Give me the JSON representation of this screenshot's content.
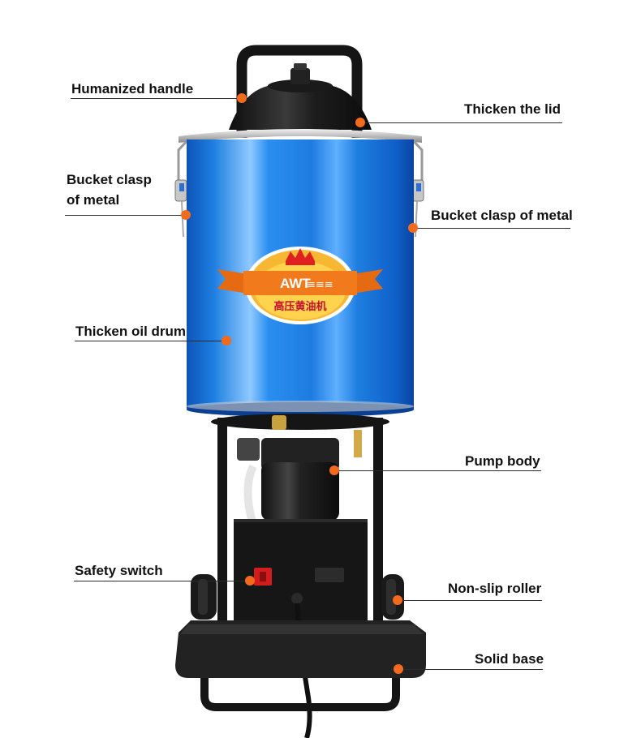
{
  "labels": {
    "handle": "Humanized handle",
    "lid": "Thicken the lid",
    "clasp_left_line1": "Bucket clasp",
    "clasp_left_line2": "of metal",
    "clasp_right": "Bucket clasp of metal",
    "drum": "Thicken oil drum",
    "pump": "Pump body",
    "switch": "Safety switch",
    "roller": "Non-slip roller",
    "base": "Solid base"
  },
  "logo": {
    "brand_text": "AWT",
    "subtitle_text": "高压黄油机"
  },
  "colors": {
    "drum_blue": "#1f7fe0",
    "accent_dot": "#f26a1b",
    "logo_orange": "#f07a1c",
    "logo_yellow": "#ffcc33",
    "frame_black": "#151515"
  }
}
